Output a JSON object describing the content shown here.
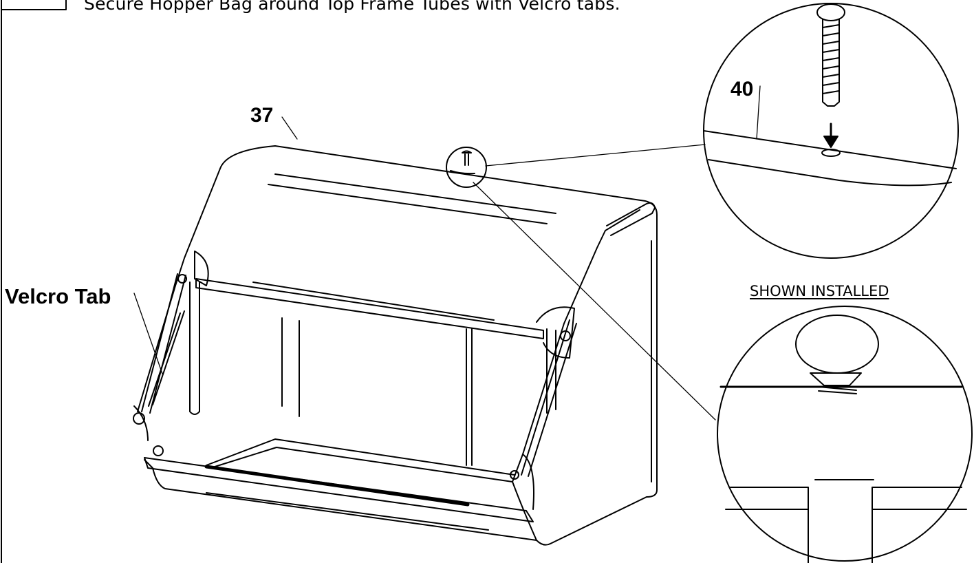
{
  "instruction": "Secure Hopper Bag around Top Frame Tubes with Velcro tabs.",
  "callouts": {
    "part_37": "37",
    "part_40": "40",
    "velcro_tab": "Velcro Tab"
  },
  "detail_labels": {
    "shown_installed": "SHOWN INSTALLED"
  },
  "colors": {
    "ink": "#000000",
    "paper": "#ffffff"
  }
}
